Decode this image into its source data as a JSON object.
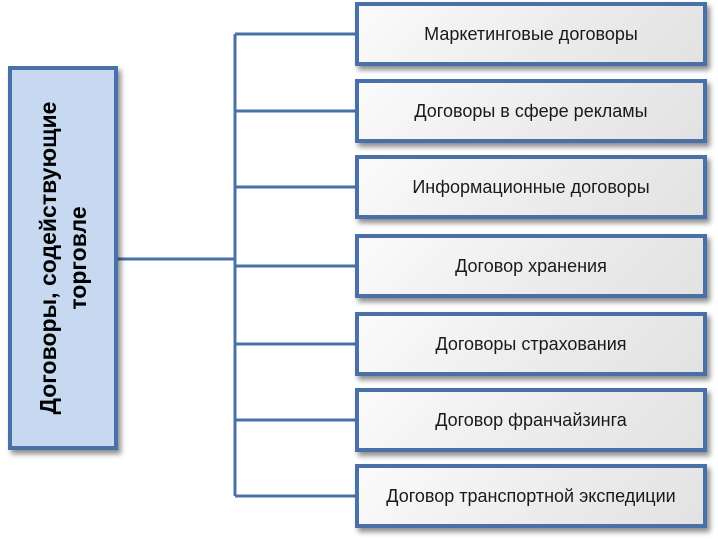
{
  "diagram": {
    "root": {
      "label": "Договоры, содействующие торговле"
    },
    "nodes": [
      {
        "label": "Маркетинговые договоры"
      },
      {
        "label": "Договоры в сфере рекламы"
      },
      {
        "label": "Информационные договоры"
      },
      {
        "label": "Договор хранения"
      },
      {
        "label": "Договоры страхования"
      },
      {
        "label": "Договор франчайзинга"
      },
      {
        "label": "Договор транспортной экспедиции"
      }
    ],
    "colors": {
      "border": "#4a70a8",
      "root_fill": "#c6d9f1",
      "node_fill": "#ececec",
      "connector": "#4a70a8"
    }
  }
}
